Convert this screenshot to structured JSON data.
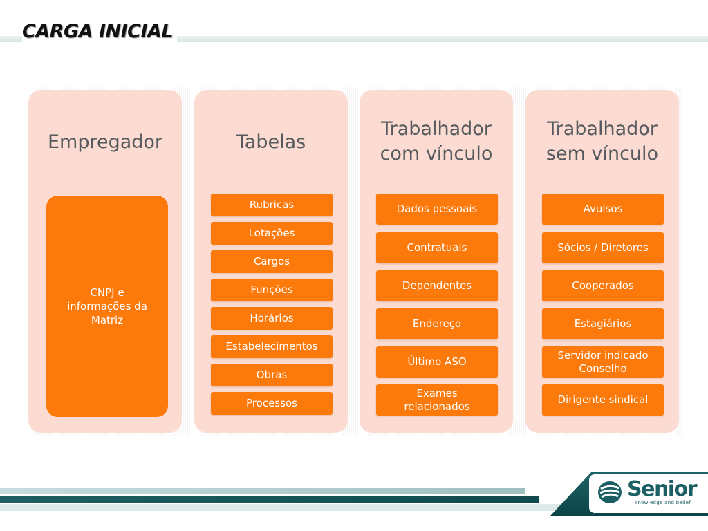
{
  "slide": {
    "title": "CARGA INICIAL"
  },
  "columns": [
    {
      "heading": [
        "Empregador"
      ],
      "big_item": [
        "CNPJ e",
        "informações da",
        "Matriz"
      ]
    },
    {
      "heading": [
        "Tabelas"
      ],
      "items": [
        [
          "Rubricas"
        ],
        [
          "Lotações"
        ],
        [
          "Cargos"
        ],
        [
          "Funções"
        ],
        [
          "Horários"
        ],
        [
          "Estabelecimentos"
        ],
        [
          "Obras"
        ],
        [
          "Processos"
        ]
      ]
    },
    {
      "heading": [
        "Trabalhador",
        "com vínculo"
      ],
      "items": [
        [
          "Dados pessoais"
        ],
        [
          "Contratuais"
        ],
        [
          "Dependentes"
        ],
        [
          "Endereço"
        ],
        [
          "Último ASO"
        ],
        [
          "Exames",
          "relacionados"
        ]
      ]
    },
    {
      "heading": [
        "Trabalhador",
        "sem vínculo"
      ],
      "items": [
        [
          "Avulsos"
        ],
        [
          "Sócios / Diretores"
        ],
        [
          "Cooperados"
        ],
        [
          "Estagiários"
        ],
        [
          "Servidor indicado",
          "Conselho"
        ],
        [
          "Dirigente sindical"
        ]
      ]
    }
  ],
  "logo": {
    "brand": "Senior",
    "tagline": "knowledge and belief",
    "icon": "senior-logo-icon"
  },
  "colors": {
    "column_bg": "#fcdcd2",
    "item_bg": "#fc7a0c",
    "heading_text": "#555a5e",
    "footer_teal": "#1d5f62"
  }
}
